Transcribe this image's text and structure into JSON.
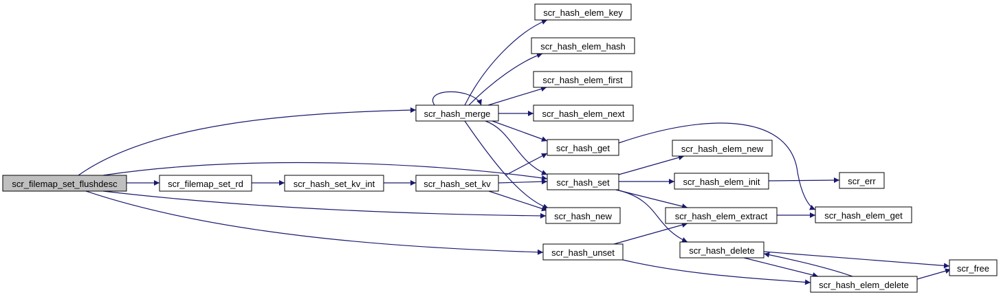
{
  "colors": {
    "edge": "#191970",
    "root_fill": "#bfbfbf",
    "node_fill": "#ffffff",
    "border": "#000000"
  },
  "nodes": [
    {
      "id": "n_root",
      "label": "scr_filemap_set_flushdesc",
      "root": true
    },
    {
      "id": "n_set_rd",
      "label": "scr_filemap_set_rd"
    },
    {
      "id": "n_set_kv_int",
      "label": "scr_hash_set_kv_int"
    },
    {
      "id": "n_set_kv",
      "label": "scr_hash_set_kv"
    },
    {
      "id": "n_merge",
      "label": "scr_hash_merge"
    },
    {
      "id": "n_elem_key",
      "label": "scr_hash_elem_key"
    },
    {
      "id": "n_elem_hash",
      "label": "scr_hash_elem_hash"
    },
    {
      "id": "n_elem_first",
      "label": "scr_hash_elem_first"
    },
    {
      "id": "n_elem_next",
      "label": "scr_hash_elem_next"
    },
    {
      "id": "n_get",
      "label": "scr_hash_get"
    },
    {
      "id": "n_set",
      "label": "scr_hash_set"
    },
    {
      "id": "n_new",
      "label": "scr_hash_new"
    },
    {
      "id": "n_unset",
      "label": "scr_hash_unset"
    },
    {
      "id": "n_elem_new",
      "label": "scr_hash_elem_new"
    },
    {
      "id": "n_elem_init",
      "label": "scr_hash_elem_init"
    },
    {
      "id": "n_elem_extract",
      "label": "scr_hash_elem_extract"
    },
    {
      "id": "n_delete",
      "label": "scr_hash_delete"
    },
    {
      "id": "n_err",
      "label": "scr_err"
    },
    {
      "id": "n_elem_get",
      "label": "scr_hash_elem_get"
    },
    {
      "id": "n_free",
      "label": "scr_free"
    },
    {
      "id": "n_elem_delete",
      "label": "scr_hash_elem_delete"
    }
  ],
  "edges": [
    {
      "from": "n_root",
      "to": "n_set_rd"
    },
    {
      "from": "n_root",
      "to": "n_merge"
    },
    {
      "from": "n_root",
      "to": "n_set"
    },
    {
      "from": "n_root",
      "to": "n_new"
    },
    {
      "from": "n_root",
      "to": "n_unset"
    },
    {
      "from": "n_set_rd",
      "to": "n_set_kv_int"
    },
    {
      "from": "n_set_kv_int",
      "to": "n_set_kv"
    },
    {
      "from": "n_set_kv",
      "to": "n_get"
    },
    {
      "from": "n_set_kv",
      "to": "n_set"
    },
    {
      "from": "n_set_kv",
      "to": "n_new"
    },
    {
      "from": "n_merge",
      "to": "n_merge"
    },
    {
      "from": "n_merge",
      "to": "n_elem_key"
    },
    {
      "from": "n_merge",
      "to": "n_elem_hash"
    },
    {
      "from": "n_merge",
      "to": "n_elem_first"
    },
    {
      "from": "n_merge",
      "to": "n_elem_next"
    },
    {
      "from": "n_merge",
      "to": "n_get"
    },
    {
      "from": "n_merge",
      "to": "n_set"
    },
    {
      "from": "n_merge",
      "to": "n_new"
    },
    {
      "from": "n_get",
      "to": "n_elem_get"
    },
    {
      "from": "n_set",
      "to": "n_elem_new"
    },
    {
      "from": "n_set",
      "to": "n_elem_init"
    },
    {
      "from": "n_set",
      "to": "n_elem_extract"
    },
    {
      "from": "n_set",
      "to": "n_delete"
    },
    {
      "from": "n_elem_init",
      "to": "n_err"
    },
    {
      "from": "n_elem_extract",
      "to": "n_elem_get"
    },
    {
      "from": "n_unset",
      "to": "n_elem_extract"
    },
    {
      "from": "n_unset",
      "to": "n_elem_delete"
    },
    {
      "from": "n_delete",
      "to": "n_free"
    },
    {
      "from": "n_delete",
      "to": "n_elem_delete"
    },
    {
      "from": "n_elem_delete",
      "to": "n_delete"
    },
    {
      "from": "n_elem_delete",
      "to": "n_free"
    }
  ]
}
